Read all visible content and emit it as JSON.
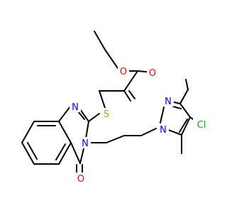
{
  "structure": {
    "atoms": {
      "o_ester_carbonyl": "O",
      "o_ester_ether": "O",
      "s_thioether": "S",
      "n_quinazoline_1": "N",
      "n_quinazoline_3": "N",
      "o_ketone": "O",
      "n_pyrazole_1": "N",
      "n_pyrazole_2": "N",
      "cl_substituent": "Cl"
    }
  },
  "colors": {
    "oxygen": "#ff0000",
    "nitrogen": "#0000ff",
    "sulfur": "#b2a400",
    "chlorine": "#00b400",
    "bond": "#000000"
  }
}
